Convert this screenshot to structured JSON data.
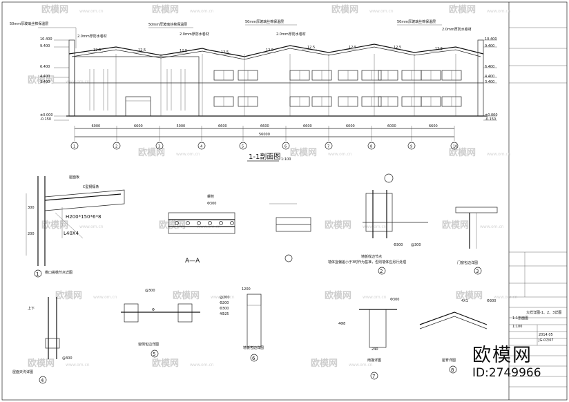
{
  "watermark": {
    "brand": "欧模网",
    "url": "www.om.cn"
  },
  "section": {
    "title": "1-1剖面图",
    "scale": "1:100",
    "grid_axes": [
      "1",
      "2",
      "3",
      "4",
      "5",
      "6",
      "7",
      "8",
      "9",
      "10"
    ],
    "spans": [
      "6000",
      "6600",
      "5000",
      "6600",
      "6600",
      "6600",
      "6000",
      "6000",
      "6600"
    ],
    "total": "56000",
    "slope_marks": [
      "12.5",
      "12.5",
      "12.5",
      "12.5",
      "12.5",
      "12.5",
      "12.5",
      "12.5",
      "12.5"
    ],
    "elevations": [
      "10.400",
      "9.400",
      "6.400",
      "4.400",
      "3.400",
      "±0.000",
      "-0.150"
    ],
    "roof_notes": [
      "50mm厚玻璃丝棉保温层",
      "2.0mm厚防水卷材"
    ]
  },
  "details": {
    "d1": {
      "label": "1",
      "caption": "檐口挑檐节点详图",
      "texts": [
        "H200*150*6*8",
        "L40X4",
        "300",
        "200",
        "C型钢檩条",
        "屋面板"
      ]
    },
    "aa": {
      "label": "A—A",
      "texts": [
        "Φ300",
        "螺栓"
      ]
    },
    "d2": {
      "label": "2",
      "caption": "墙板收边节点",
      "texts": [
        "Φ300",
        "@300"
      ]
    },
    "d2b": {
      "caption": "墙体宜偏差小于3时作为基准，否则墙体应另行处理"
    },
    "d3": {
      "label": "3",
      "caption": "门窗包边详图"
    },
    "d4": {
      "label": "4",
      "caption": "屋面天沟详图",
      "texts": [
        "上下",
        "@300"
      ]
    },
    "d5": {
      "label": "5",
      "caption": "窗侧包边详图",
      "texts": [
        "@300",
        "Φ"
      ]
    },
    "d6": {
      "label": "6",
      "caption": "墙板包边详图",
      "texts": [
        "1200",
        "@200",
        "Φ200",
        "Φ300",
        "4Φ25"
      ]
    },
    "d7": {
      "label": "7",
      "caption": "雨篷详图",
      "texts": [
        "Φ300",
        "4Φ8",
        "240"
      ]
    },
    "d8": {
      "label": "8",
      "caption": "屋脊详图",
      "texts": [
        "4X1",
        "Φ300"
      ]
    }
  },
  "title_block": {
    "drawing_name": "1-1剖面图",
    "detail_ref": "大样详图-1、2、3详图",
    "sheet": "1:100",
    "date": "2014.05",
    "number": "JG-07/07"
  },
  "logo": {
    "text": "欧模网",
    "id": "ID:2749966"
  }
}
